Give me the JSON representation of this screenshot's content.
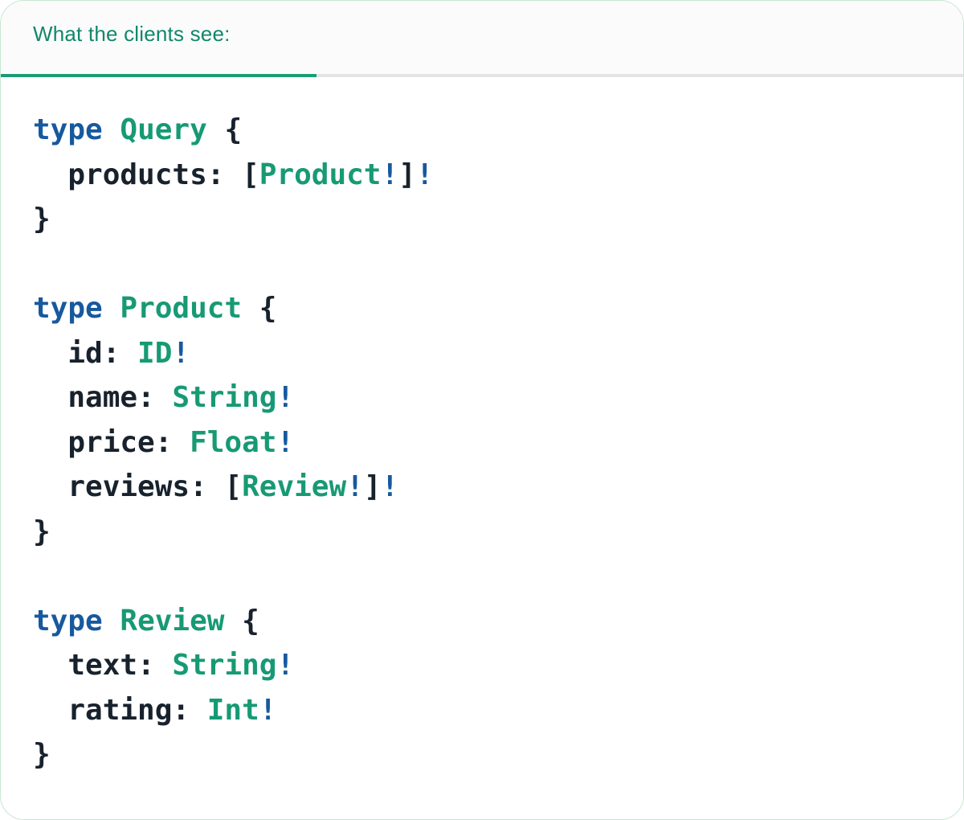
{
  "panel": {
    "tab_label": "What the clients see:"
  },
  "colors": {
    "header_text": "#12876c",
    "tab_underline": "#1b9c78",
    "divider": "#e4e4e6",
    "header_bg": "#fbfbfb",
    "panel_bg": "#ffffff",
    "panel_border": "#c9e6d3",
    "code_keyword": "#17599f",
    "code_type": "#179a74",
    "code_plain": "#18222d",
    "code_bang": "#17599f"
  },
  "code": {
    "language": "graphql",
    "lines": [
      {
        "tokens": [
          {
            "t": "type",
            "c": "keyword"
          },
          {
            "t": " ",
            "c": "plain"
          },
          {
            "t": "Query",
            "c": "type"
          },
          {
            "t": " {",
            "c": "plain"
          }
        ]
      },
      {
        "tokens": [
          {
            "t": "  products: [",
            "c": "plain"
          },
          {
            "t": "Product",
            "c": "type"
          },
          {
            "t": "!",
            "c": "bang"
          },
          {
            "t": "]",
            "c": "plain"
          },
          {
            "t": "!",
            "c": "bang"
          }
        ]
      },
      {
        "tokens": [
          {
            "t": "}",
            "c": "plain"
          }
        ]
      },
      {
        "tokens": []
      },
      {
        "tokens": [
          {
            "t": "type",
            "c": "keyword"
          },
          {
            "t": " ",
            "c": "plain"
          },
          {
            "t": "Product",
            "c": "type"
          },
          {
            "t": " {",
            "c": "plain"
          }
        ]
      },
      {
        "tokens": [
          {
            "t": "  id: ",
            "c": "plain"
          },
          {
            "t": "ID",
            "c": "type"
          },
          {
            "t": "!",
            "c": "bang"
          }
        ]
      },
      {
        "tokens": [
          {
            "t": "  name: ",
            "c": "plain"
          },
          {
            "t": "String",
            "c": "type"
          },
          {
            "t": "!",
            "c": "bang"
          }
        ]
      },
      {
        "tokens": [
          {
            "t": "  price: ",
            "c": "plain"
          },
          {
            "t": "Float",
            "c": "type"
          },
          {
            "t": "!",
            "c": "bang"
          }
        ]
      },
      {
        "tokens": [
          {
            "t": "  reviews: [",
            "c": "plain"
          },
          {
            "t": "Review",
            "c": "type"
          },
          {
            "t": "!",
            "c": "bang"
          },
          {
            "t": "]",
            "c": "plain"
          },
          {
            "t": "!",
            "c": "bang"
          }
        ]
      },
      {
        "tokens": [
          {
            "t": "}",
            "c": "plain"
          }
        ]
      },
      {
        "tokens": []
      },
      {
        "tokens": [
          {
            "t": "type",
            "c": "keyword"
          },
          {
            "t": " ",
            "c": "plain"
          },
          {
            "t": "Review",
            "c": "type"
          },
          {
            "t": " {",
            "c": "plain"
          }
        ]
      },
      {
        "tokens": [
          {
            "t": "  text: ",
            "c": "plain"
          },
          {
            "t": "String",
            "c": "type"
          },
          {
            "t": "!",
            "c": "bang"
          }
        ]
      },
      {
        "tokens": [
          {
            "t": "  rating: ",
            "c": "plain"
          },
          {
            "t": "Int",
            "c": "type"
          },
          {
            "t": "!",
            "c": "bang"
          }
        ]
      },
      {
        "tokens": [
          {
            "t": "}",
            "c": "plain"
          }
        ]
      }
    ]
  }
}
